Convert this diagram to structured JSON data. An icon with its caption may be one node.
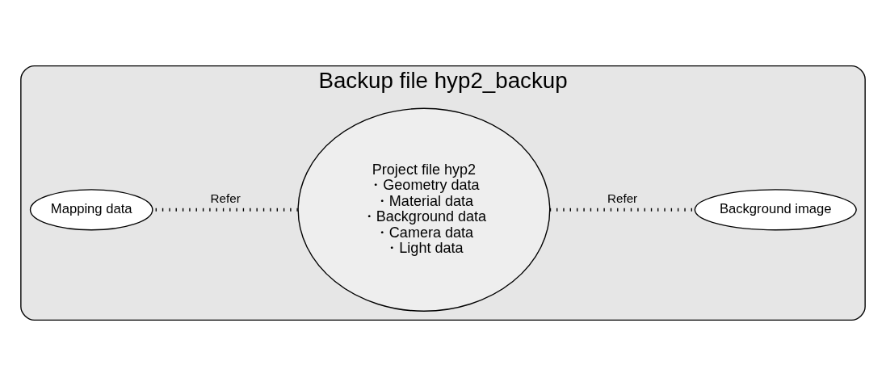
{
  "diagram": {
    "nodes": [
      {
        "text": [
          "Backup file hyp2_backup"
        ]
      },
      {
        "text": [
          "Project file hyp2",
          "・Geometry data",
          "・Material data",
          "・Background data",
          "・Camera data",
          "・Light data"
        ],
        "in": 0
      },
      {
        "text": [
          "Mapping data"
        ],
        "in": 0
      },
      {
        "text": [
          "Background image"
        ],
        "in": 0
      }
    ],
    "edges": [
      {
        "from": 1,
        "to": 2,
        "arrow": "none",
        "label": "Refer",
        "style": "dashed"
      },
      {
        "from": 1,
        "to": 3,
        "arrow": "none",
        "label": "Refer",
        "style": "dashed"
      }
    ]
  }
}
